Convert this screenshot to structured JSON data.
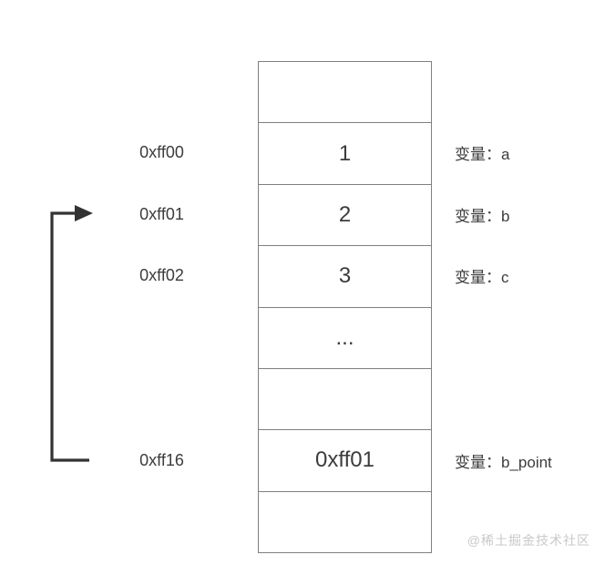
{
  "colors": {
    "background": "#ffffff",
    "border": "#7f7f7f",
    "text": "#3c3c3c",
    "arrow": "#333333",
    "watermark": "#c9c9c9"
  },
  "memory": {
    "rows": [
      {
        "address": "",
        "value": "",
        "variable": ""
      },
      {
        "address": "0xff00",
        "value": "1",
        "variable": "变量：a"
      },
      {
        "address": "0xff01",
        "value": "2",
        "variable": "变量：b"
      },
      {
        "address": "0xff02",
        "value": "3",
        "variable": "变量：c"
      },
      {
        "address": "",
        "value": "...",
        "variable": ""
      },
      {
        "address": "",
        "value": "",
        "variable": ""
      },
      {
        "address": "0xff16",
        "value": "0xff01",
        "variable": "变量：b_point"
      },
      {
        "address": "",
        "value": "",
        "variable": ""
      }
    ]
  },
  "watermark": "@稀土掘金技术社区"
}
